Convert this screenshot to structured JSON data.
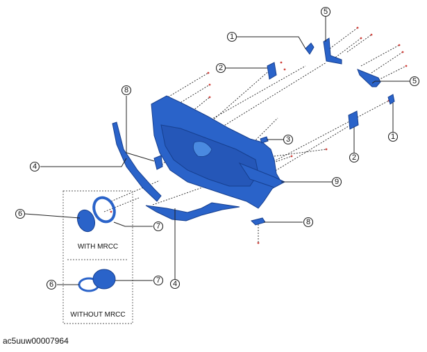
{
  "callouts": [
    "1",
    "2",
    "5",
    "8",
    "5",
    "3",
    "1",
    "2",
    "4",
    "9",
    "6",
    "7",
    "8",
    "6",
    "7",
    "4"
  ],
  "box_labels": {
    "with_mrcc": "WITH MRCC",
    "without_mrcc": "WITHOUT MRCC"
  },
  "document_id": "ac5uuw00007964",
  "colors": {
    "part": "#2a63c9",
    "part_outline": "#163f8f",
    "fastener_dot": "#d0403a"
  }
}
